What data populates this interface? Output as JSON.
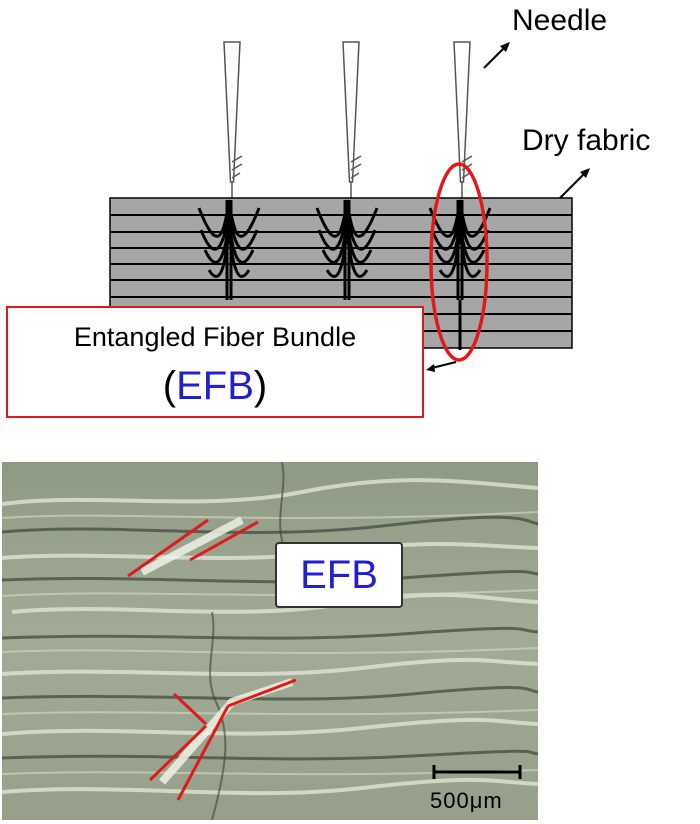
{
  "labels": {
    "needle": "Needle",
    "dry_fabric": "Dry fabric"
  },
  "efb_callout": {
    "title": "Entangled Fiber Bundle",
    "open_paren": "(",
    "abbr": "EFB",
    "close_paren": ")"
  },
  "micrograph": {
    "tag": "EFB",
    "scale_bar_label": "500μm"
  },
  "colors": {
    "highlight_red": "#e01a1a",
    "abbr_blue": "#2020d0",
    "fabric_gray": "#a6a6a6",
    "photo_green": "#9aa58e"
  }
}
